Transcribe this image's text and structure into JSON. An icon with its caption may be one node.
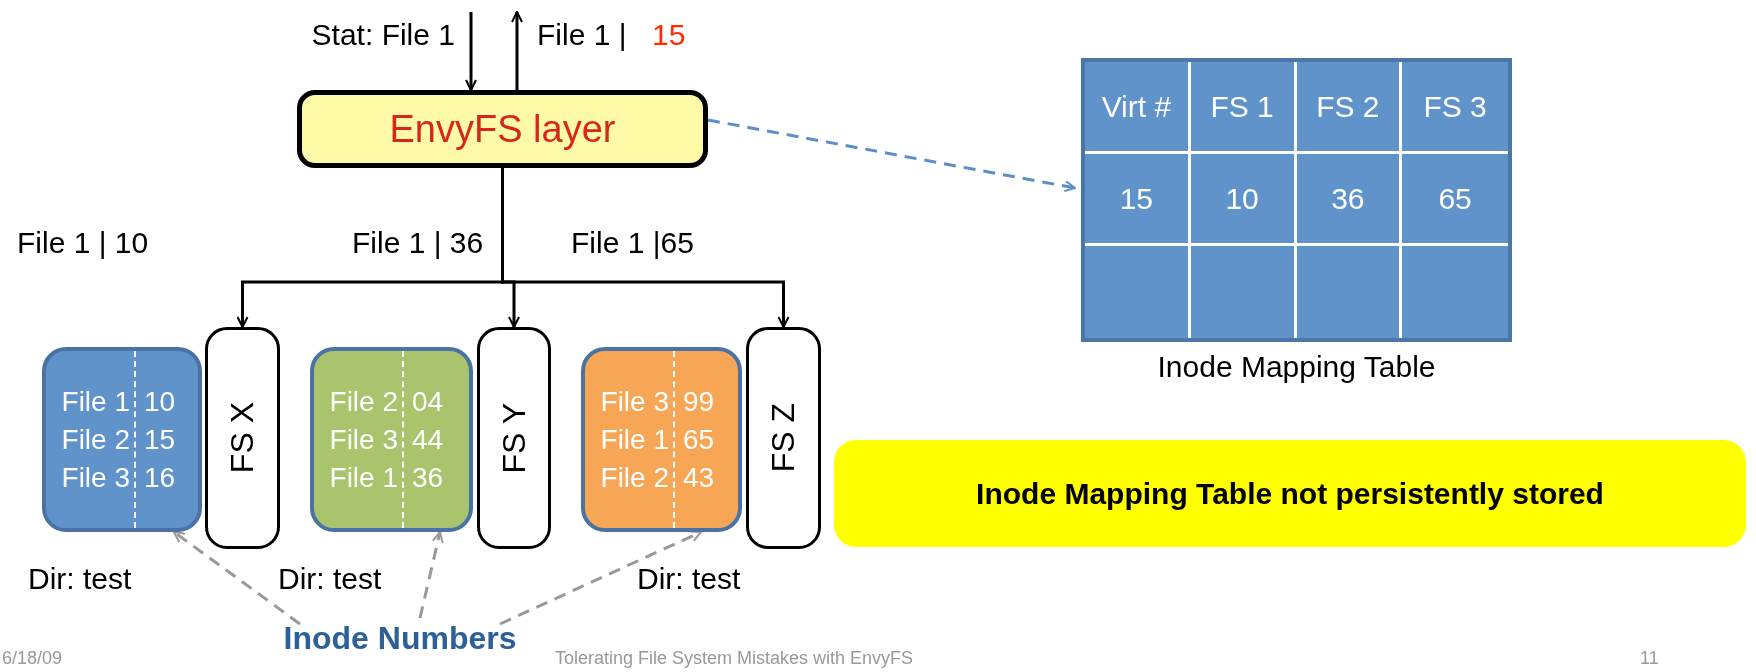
{
  "diagram": {
    "nodes": [
      {
        "text": [
          "EnvyFS layer"
        ]
      },
      {
        "text": [
          "Virt #",
          "FS 1",
          "FS 2",
          "FS 3",
          "15",
          "10",
          "36",
          "65"
        ],
        "beside": [
          "Inode Mapping Table"
        ]
      },
      {
        "text": [
          "FS X"
        ]
      },
      {
        "text": [
          "File 1",
          "10",
          "File 2",
          "15",
          "File 3",
          "16"
        ],
        "beside": [
          "Dir: test"
        ]
      },
      {
        "text": [
          "FS Y"
        ]
      },
      {
        "text": [
          "File 2",
          "04",
          "File 3",
          "44",
          "File 1",
          "36"
        ],
        "beside": [
          "Dir: test"
        ]
      },
      {
        "text": [
          "FS Z"
        ]
      },
      {
        "text": [
          "File 3",
          "99",
          "File 1",
          "65",
          "File 2",
          "43"
        ],
        "beside": [
          "Dir: test"
        ]
      },
      {
        "text": [
          "Inode Mapping Table not persistently stored"
        ]
      },
      {
        "text": [
          "Inode Numbers"
        ]
      }
    ],
    "edges": [
      {
        "from": null,
        "to": 0,
        "arrow": "to",
        "label": "Stat: File 1"
      },
      {
        "from": 0,
        "to": null,
        "arrow": "to",
        "label": "File 1 |"
      },
      {
        "from": 0,
        "to": 2,
        "arrow": "to",
        "label": "File 1 | 10"
      },
      {
        "from": 0,
        "to": 4,
        "arrow": "to",
        "label": "File 1 | 36"
      },
      {
        "from": 0,
        "to": 6,
        "arrow": "to",
        "label": "File 1 |65"
      },
      {
        "from": 0,
        "to": 1,
        "arrow": "to",
        "style": "dashed",
        "color": "#5b8fc9"
      },
      {
        "from": 9,
        "to": 3,
        "arrow": "to",
        "style": "dashed",
        "color": "#999999"
      },
      {
        "from": 9,
        "to": 5,
        "arrow": "to",
        "style": "dashed",
        "color": "#999999"
      },
      {
        "from": 9,
        "to": 7,
        "arrow": "to",
        "style": "dashed",
        "color": "#999999"
      }
    ],
    "labels": [
      "15",
      "6/18/09",
      "Tolerating File System Mistakes with EnvyFS",
      "11"
    ]
  }
}
